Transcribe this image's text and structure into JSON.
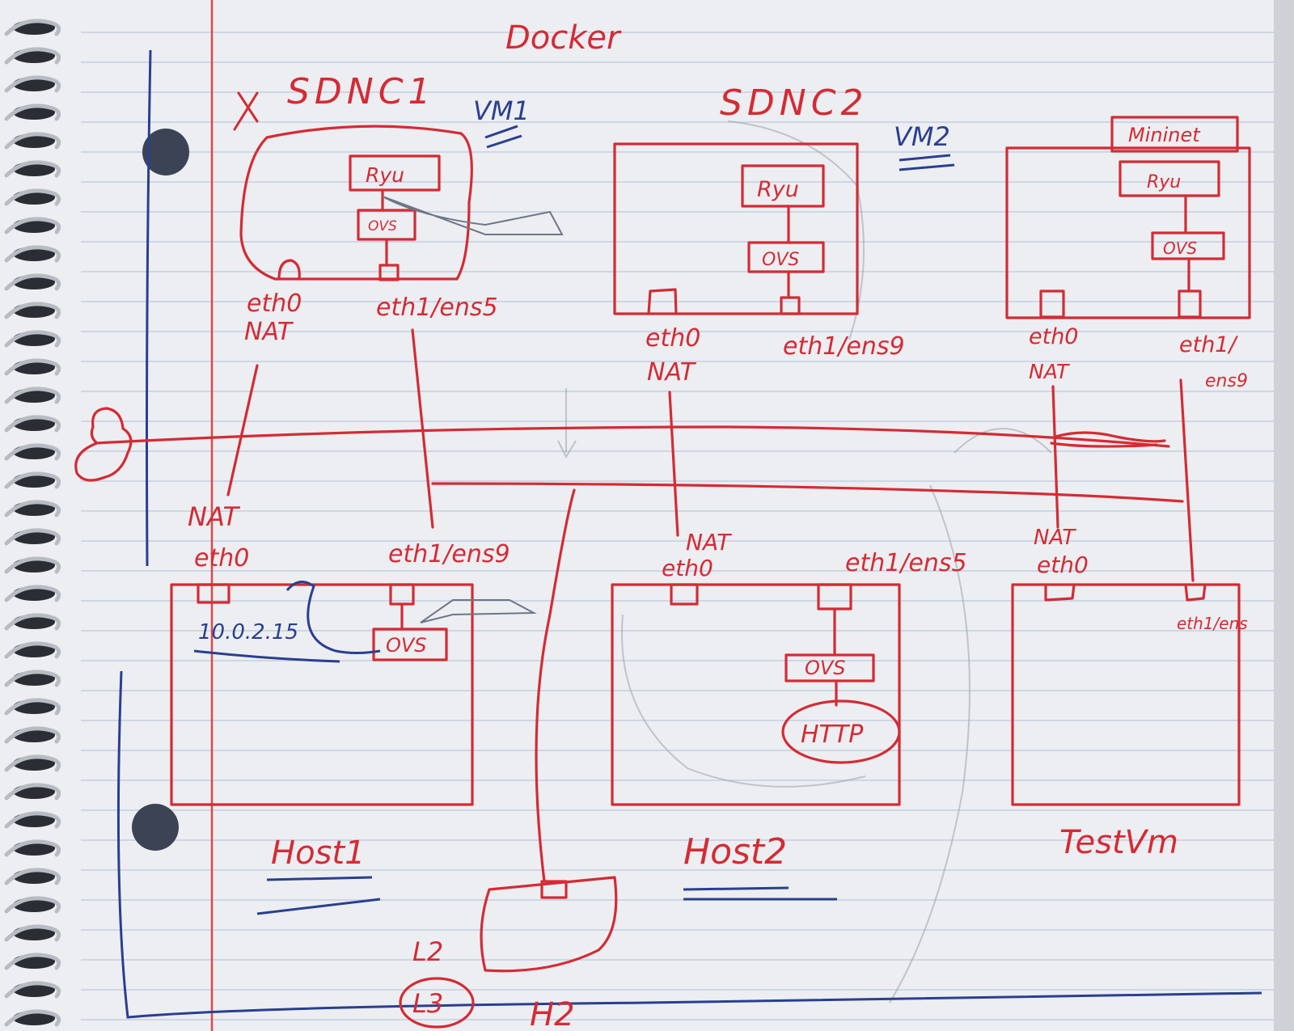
{
  "title": "Docker",
  "boxes": {
    "sdnc1": {
      "label": "SDNC1",
      "tag": "VM1",
      "ryu": "Ryu",
      "ovs": "OVS",
      "port_left": "eth0",
      "port_left_sub": "NAT",
      "port_right": "eth1/ens5"
    },
    "sdnc2": {
      "label": "SDNC2",
      "tag": "VM2",
      "ryu": "Ryu",
      "ovs": "OVS",
      "port_left": "eth0",
      "port_left_sub": "NAT",
      "port_right": "eth1/ens9"
    },
    "mininet": {
      "label": "Mininet",
      "ryu": "Ryu",
      "ovs": "OVS",
      "port_left": "eth0",
      "port_left_sub": "NAT",
      "port_right": "eth1/",
      "port_right_sub": "ens9"
    },
    "host1": {
      "label": "Host1",
      "port_left_top": "NAT",
      "port_left": "eth0",
      "port_right": "eth1/ens9",
      "ip": "10.0.2.15",
      "ovs": "OVS"
    },
    "host2": {
      "label": "Host2",
      "port_left_top": "NAT",
      "port_left": "eth0",
      "port_right": "eth1/ens5",
      "ovs": "OVS",
      "http": "HTTP"
    },
    "testvm": {
      "label": "TestVm",
      "port_left_top": "NAT",
      "port_left": "eth0",
      "port_right": "eth1/ens"
    }
  },
  "bottom": {
    "l2": "L2",
    "l3": "L3",
    "h2": "H2"
  },
  "colors": {
    "paper": "#eceef1",
    "rule": "#a9b7d6",
    "margin": "#d9484a",
    "red_ink": "#d42b35",
    "blue_ink": "#2a3f8f",
    "pencil": "#8e93a0"
  }
}
